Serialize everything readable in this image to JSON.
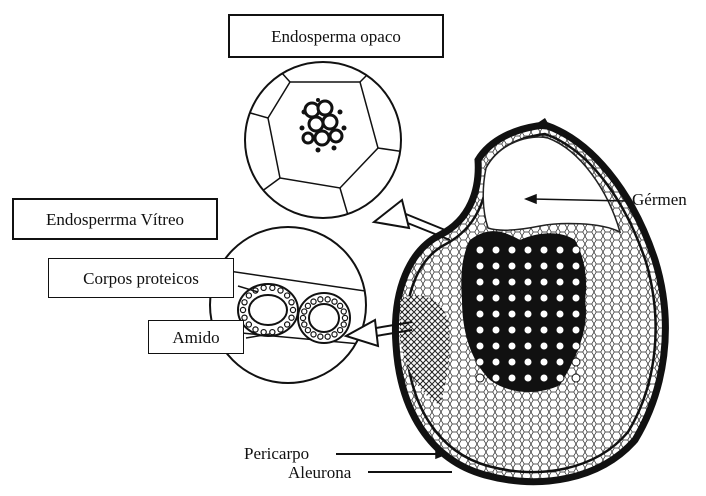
{
  "diagram": {
    "labels": {
      "endosperma_opaco": "Endosperma opaco",
      "endosperma_vitreo": "Endosperrma Vítreo",
      "corpos_proteicos": "Corpos proteicos",
      "amido": "Amido",
      "germen": "Gérmen",
      "pericarpo": "Pericarpo",
      "aleurona": "Aleurona"
    },
    "colors": {
      "ink": "#111111",
      "background": "#ffffff"
    }
  }
}
